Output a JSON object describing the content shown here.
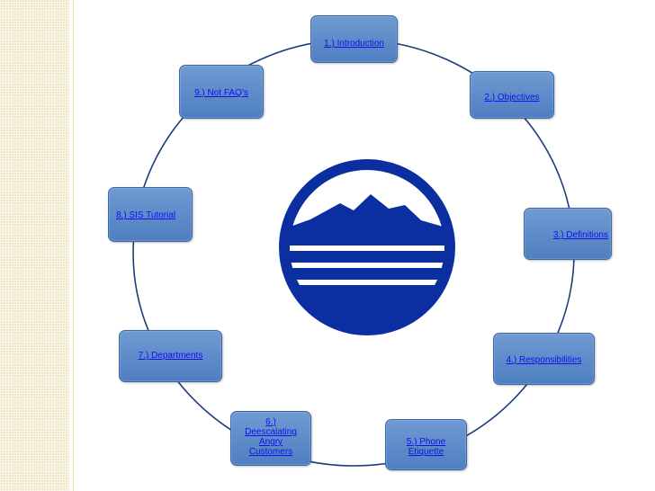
{
  "diagram": {
    "nodes": [
      {
        "id": "n1",
        "label": "1.) Introduction"
      },
      {
        "id": "n2",
        "label": "2.) Objectives"
      },
      {
        "id": "n3",
        "label": "3.) Definitions"
      },
      {
        "id": "n4",
        "label": "4.) Responsibilities"
      },
      {
        "id": "n5",
        "label": "5.) Phone\nEtiquette"
      },
      {
        "id": "n6",
        "label": "6.)\nDeescalating\nAngry\nCustomers"
      },
      {
        "id": "n7",
        "label": "7.) Departments"
      },
      {
        "id": "n8",
        "label": "8.) SIS Tutorial"
      },
      {
        "id": "n9",
        "label": "9.) Not FAQ’s"
      }
    ],
    "colors": {
      "node_fill": "#5b89c8",
      "node_border": "#3a66a6",
      "link_text": "#1010ee",
      "ring": "#1a3d7a",
      "logo_blue": "#0b2fa0"
    }
  }
}
